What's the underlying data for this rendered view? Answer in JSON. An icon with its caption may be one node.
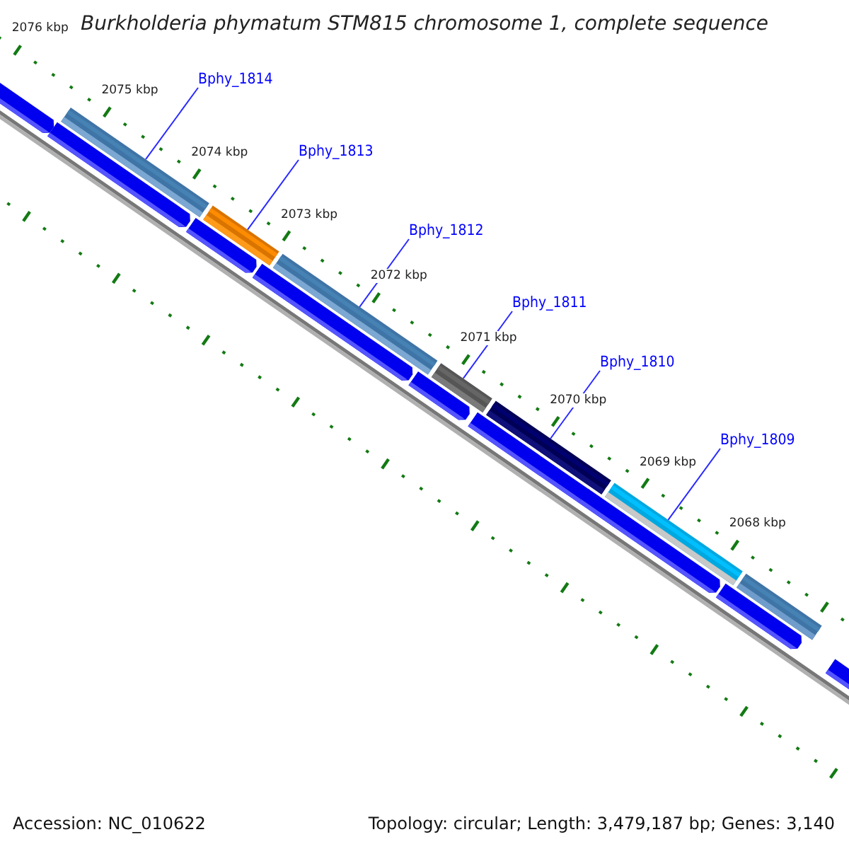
{
  "diagram": {
    "title": "Burkholderia phymatum STM815 chromosome 1, complete sequence",
    "nodes": [
      {
        "text": [
          "Bphy_1814"
        ]
      },
      {
        "text": [
          "Bphy_1813"
        ]
      },
      {
        "text": [
          "Bphy_1812"
        ]
      },
      {
        "text": [
          "Bphy_1811"
        ]
      },
      {
        "text": [
          "Bphy_1810"
        ]
      },
      {
        "text": [
          "Bphy_1809"
        ]
      },
      {
        "text": [],
        "shape": "bar"
      },
      {
        "text": [],
        "shape": "bar"
      },
      {
        "text": [],
        "shape": "bar"
      },
      {
        "text": [],
        "shape": "bar"
      },
      {
        "text": [],
        "shape": "bar"
      },
      {
        "text": [],
        "shape": "bar"
      }
    ],
    "edges": [
      {
        "from": 0,
        "to": 6,
        "arrow": "none"
      },
      {
        "from": 1,
        "to": 7,
        "arrow": "none"
      },
      {
        "from": 2,
        "to": 8,
        "arrow": "none"
      },
      {
        "from": 3,
        "to": 9,
        "arrow": "none"
      },
      {
        "from": 4,
        "to": 10,
        "arrow": "none"
      },
      {
        "from": 5,
        "to": 11,
        "arrow": "none"
      }
    ],
    "labels": [
      "2076 kbp",
      "2075 kbp",
      "2074 kbp",
      "2073 kbp",
      "2072 kbp",
      "2071 kbp",
      "2070 kbp",
      "2069 kbp",
      "2068 kbp",
      "Accession: NC_010622",
      "Topology: circular; Length: 3,479,187 bp; Genes: 3,140"
    ]
  }
}
